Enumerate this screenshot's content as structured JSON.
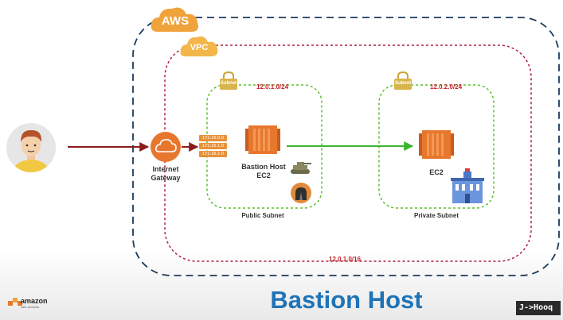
{
  "user_icon": "person-avatar-icon",
  "aws": {
    "label": "AWS",
    "cidr": "12.0.1.0/16"
  },
  "vpc": {
    "label": "VPC"
  },
  "internet_gateway": {
    "line1": "Internet",
    "line2": "Gateway",
    "icon": "cloud-icon"
  },
  "route_table": [
    "172.16.0.0",
    "172.16.1.0",
    "172.16.2.0"
  ],
  "public_subnet": {
    "lock_label": "Subnet",
    "cidr": "12.0.1.0/24",
    "label": "Public Subnet",
    "host_line1": "Bastion Host",
    "host_line2": "EC2"
  },
  "private_subnet": {
    "lock_label": "Subnet",
    "cidr": "12.0.2.0/24",
    "label": "Private Subnet",
    "host_label": "EC2"
  },
  "title": "Bastion Host",
  "footer": {
    "aws_logo": "amazon",
    "aws_logo_sub": "web services",
    "brand": "J->Hooq"
  },
  "colors": {
    "aws_orange": "#f0a33a",
    "vpc_orange": "#f2b64a",
    "ec2_orange": "#e8772e",
    "title_blue": "#1f73b7",
    "dashed_navy": "#1b3a5a",
    "dashed_red": "#b01f3c",
    "dashed_green": "#5cbf2a",
    "arrow_dark_red": "#8c1b1b",
    "arrow_green": "#3bb52f"
  }
}
